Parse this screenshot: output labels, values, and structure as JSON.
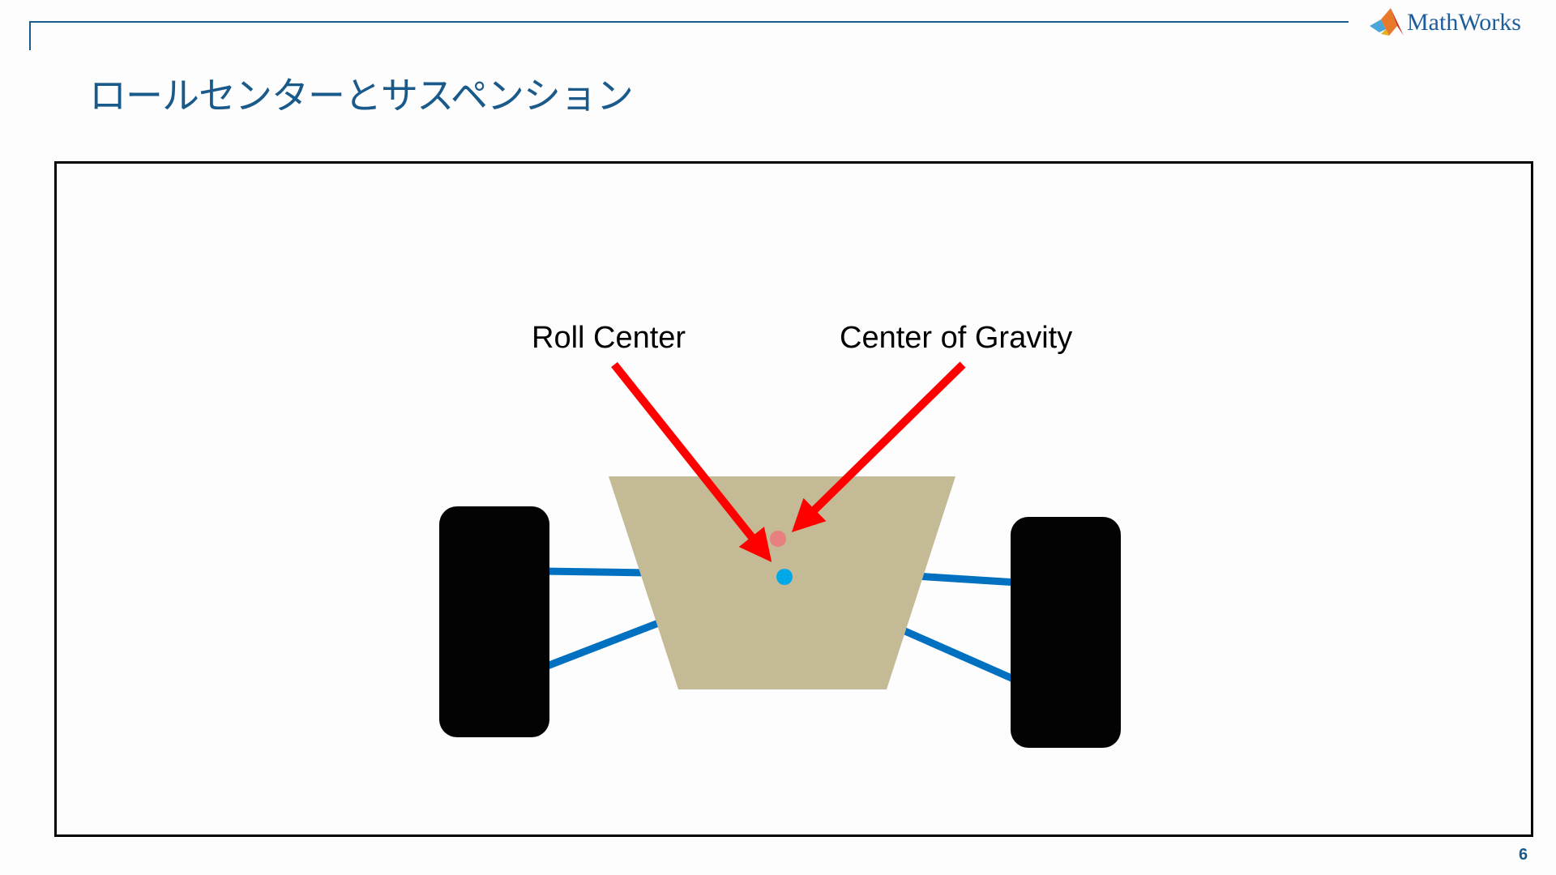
{
  "header": {
    "brand": "MathWorks",
    "title": "ロールセンターとサスペンション"
  },
  "diagram": {
    "labels": {
      "roll_center": "Roll Center",
      "center_of_gravity": "Center of Gravity"
    },
    "colors": {
      "body": "#c4bb96",
      "wheel": "#030303",
      "arm": "#0070c0",
      "arrow": "#ff0000",
      "cog_dot": "#e88080",
      "roll_center_dot": "#00a8e8"
    }
  },
  "footer": {
    "page_number": "6"
  }
}
